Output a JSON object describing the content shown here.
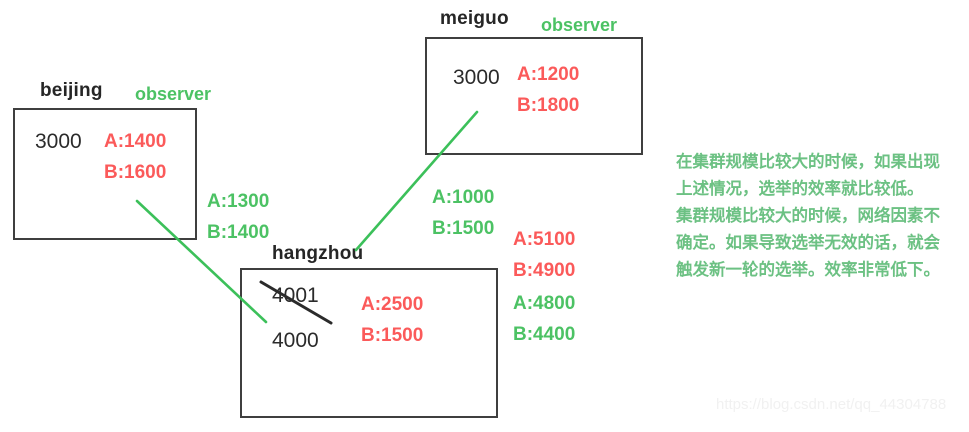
{
  "diagram": {
    "title_hidden": "",
    "colors": {
      "box_border": "#3f3f3f",
      "black_text": "#2b2b2b",
      "red_vote": "#fb5a5a",
      "green_vote": "#4cc264",
      "green_note": "#6cc183",
      "watermark": "#f1f1f1",
      "background": "#ffffff"
    },
    "nodes": [
      {
        "id": "beijing",
        "name": "beijing",
        "role_label": "observer",
        "zxid": "3000",
        "votes": [
          "A:1400",
          "B:1600"
        ]
      },
      {
        "id": "meiguo",
        "name": "meiguo",
        "role_label": "observer",
        "zxid": "3000",
        "votes": [
          "A:1200",
          "B:1800"
        ]
      },
      {
        "id": "hangzhou",
        "name": "hangzhou",
        "role_label": "",
        "zxid_struck": "4001",
        "zxid": "4000",
        "votes": [
          "A:2500",
          "B:1500"
        ]
      }
    ],
    "edge_labels": [
      {
        "id": "beijing-hangzhou",
        "lines": [
          "A:1300",
          "B:1400"
        ],
        "color": "green"
      },
      {
        "id": "hangzhou-meiguo",
        "lines": [
          "A:1000",
          "B:1500"
        ],
        "color": "green"
      }
    ],
    "side_labels": [
      {
        "id": "red-totals",
        "lines": [
          "A:5100",
          "B:4900"
        ],
        "color": "red"
      },
      {
        "id": "green-totals",
        "lines": [
          "A:4800",
          "B:4400"
        ],
        "color": "green"
      }
    ],
    "note": {
      "lines": [
        "在集群规模比较大的时候，如果出现",
        "上述情况，选举的效率就比较低。",
        "集群规模比较大的时候，网络因素不",
        "确定。如果导致选举无效的话，就会",
        "触发新一轮的选举。效率非常低下。"
      ]
    },
    "watermark": "https://blog.csdn.net/qq_44304788"
  }
}
